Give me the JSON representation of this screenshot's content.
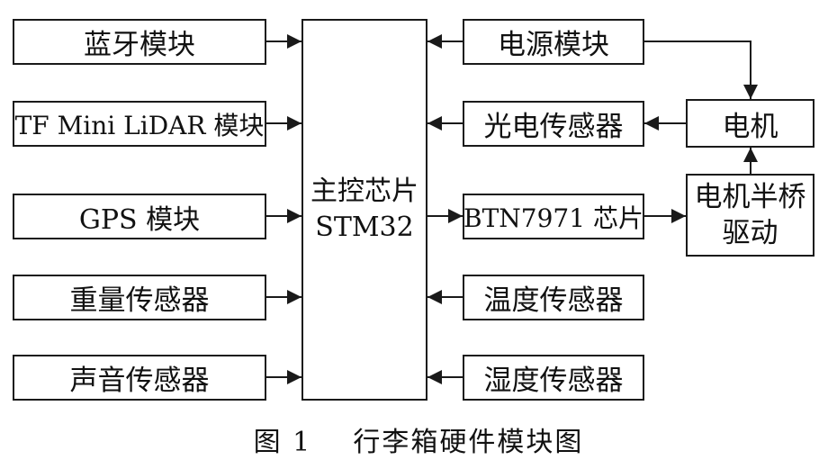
{
  "diagram": {
    "left_modules": [
      "蓝牙模块",
      "TF Mini LiDAR 模块",
      "GPS 模块",
      "重量传感器",
      "声音传感器"
    ],
    "mcu": {
      "line1": "主控芯片",
      "line2": "STM32"
    },
    "right_modules": [
      "电源模块",
      "光电传感器",
      "BTN7971 芯片",
      "温度传感器",
      "湿度传感器"
    ],
    "motor": "电机",
    "driver": {
      "line1": "电机半桥",
      "line2": "驱动"
    }
  },
  "caption": "图 1    行李箱硬件模块图",
  "colors": {
    "line": "#1a1a1a",
    "background": "#ffffff"
  }
}
